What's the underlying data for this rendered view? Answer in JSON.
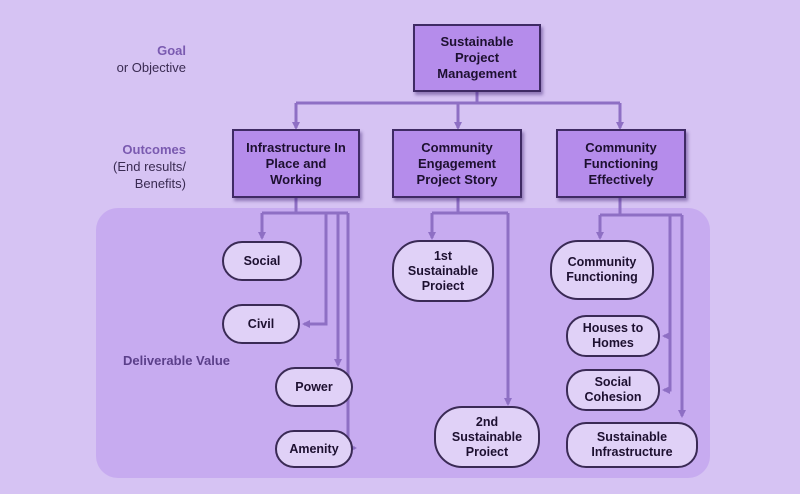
{
  "labels": {
    "goal_title": "Goal",
    "goal_sub": "or Objective",
    "outcomes_title": "Outcomes",
    "outcomes_sub": "(End results/\nBenefits)",
    "deliverable": "Deliverable Value"
  },
  "goal": {
    "text": "Sustainable\nProject\nManagement"
  },
  "outcomes": {
    "infrastructure": "Infrastructure In\nPlace and\nWorking",
    "community_engagement": "Community\nEngagement\nProject Story",
    "community_functioning": "Community\nFunctioning\nEffectively"
  },
  "deliverables": {
    "social": "Social",
    "civil": "Civil",
    "power": "Power",
    "amenity": "Amenity",
    "first_project": "1st\nSustainable\nProiect",
    "second_project": "2nd\nSustainable\nProiect",
    "community_functioning": "Community\nFunctioning",
    "houses_to_homes": "Houses to\nHomes",
    "social_cohesion": "Social\nCohesion",
    "sustainable_infrastructure": "Sustainable\nInfrastructure"
  },
  "colors": {
    "background": "#d6c3f3",
    "panel": "#c7abf0",
    "box_fill": "#b58ceb",
    "pill_fill": "#e0d1f7",
    "connector": "#8e6fc4"
  }
}
